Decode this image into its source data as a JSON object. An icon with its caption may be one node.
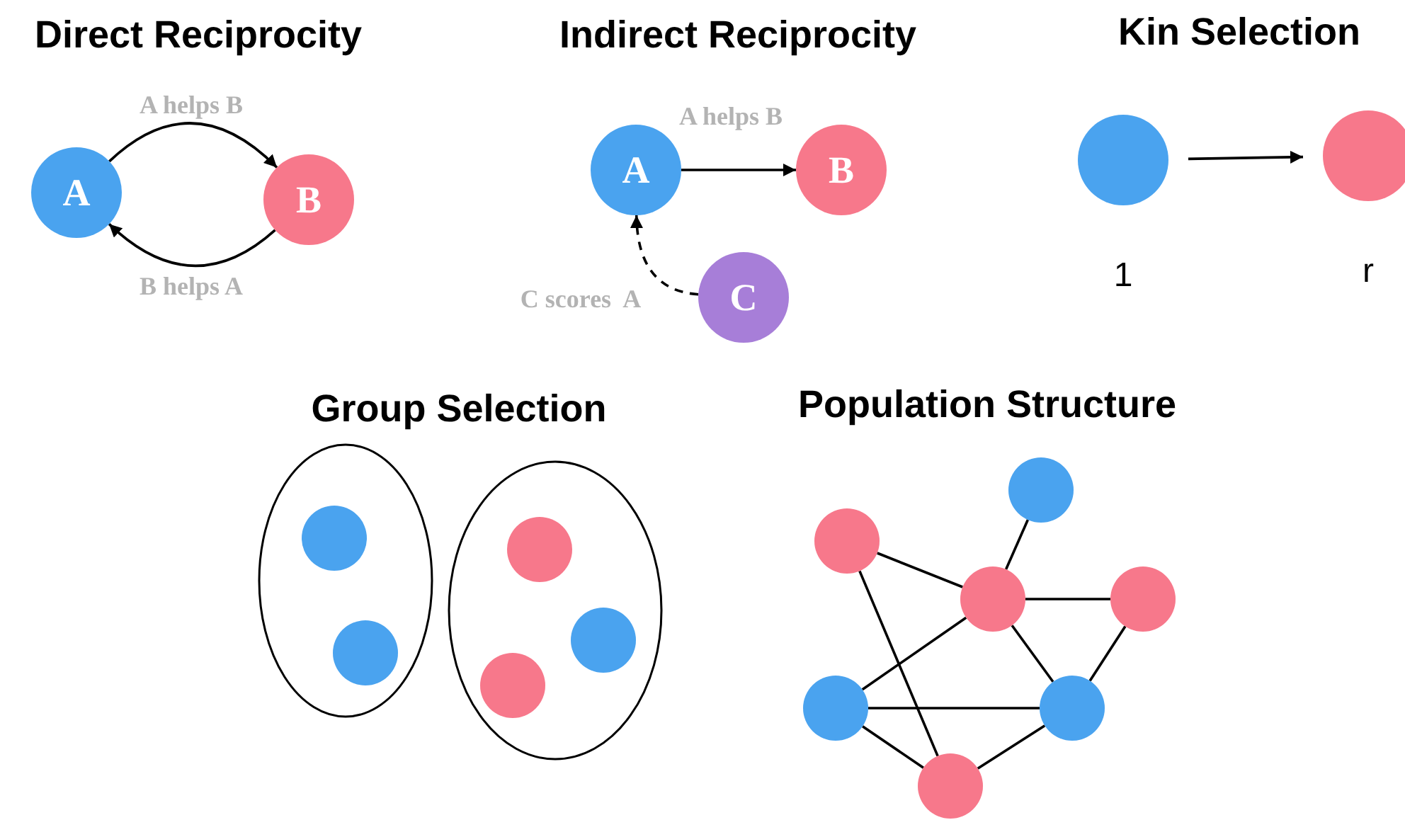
{
  "diagram": {
    "nodes": [
      {
        "text": [
          "A"
        ]
      },
      {
        "text": [
          "B"
        ]
      },
      {
        "text": [
          "A"
        ]
      },
      {
        "text": [
          "B"
        ]
      },
      {
        "text": [
          "C"
        ]
      },
      {
        "text": [],
        "shape": "circle",
        "beside": [
          "1"
        ]
      },
      {
        "text": [],
        "shape": "circle",
        "beside": [
          "r"
        ]
      },
      {
        "text": [],
        "shape": "ellipse"
      },
      {
        "text": [],
        "shape": "circle",
        "in": 7
      },
      {
        "text": [],
        "shape": "circle",
        "in": 7
      },
      {
        "text": [],
        "shape": "ellipse"
      },
      {
        "text": [],
        "shape": "circle",
        "in": 10
      },
      {
        "text": [],
        "shape": "circle",
        "in": 10
      },
      {
        "text": [],
        "shape": "circle",
        "in": 10
      },
      {
        "text": [],
        "shape": "circle"
      },
      {
        "text": [],
        "shape": "circle"
      },
      {
        "text": [],
        "shape": "circle"
      },
      {
        "text": [],
        "shape": "circle"
      },
      {
        "text": [],
        "shape": "circle"
      },
      {
        "text": [],
        "shape": "circle"
      },
      {
        "text": [],
        "shape": "circle"
      }
    ],
    "edges": [
      {
        "from": 0,
        "to": 1,
        "arrow": "to",
        "label": "A helps B"
      },
      {
        "from": 1,
        "to": 0,
        "arrow": "to",
        "label": "B helps A"
      },
      {
        "from": 2,
        "to": 3,
        "arrow": "to",
        "label": "A helps B"
      },
      {
        "from": 4,
        "to": 2,
        "arrow": "to",
        "label": "C scores  A",
        "style": "dashed"
      },
      {
        "from": 5,
        "to": 6,
        "arrow": "to"
      },
      {
        "from": 14,
        "to": 16,
        "arrow": "none"
      },
      {
        "from": 15,
        "to": 16,
        "arrow": "none"
      },
      {
        "from": 15,
        "to": 20,
        "arrow": "none"
      },
      {
        "from": 16,
        "to": 17,
        "arrow": "none"
      },
      {
        "from": 16,
        "to": 18,
        "arrow": "none"
      },
      {
        "from": 16,
        "to": 19,
        "arrow": "none"
      },
      {
        "from": 17,
        "to": 19,
        "arrow": "none"
      },
      {
        "from": 18,
        "to": 19,
        "arrow": "none"
      },
      {
        "from": 18,
        "to": 20,
        "arrow": "none"
      },
      {
        "from": 19,
        "to": 20,
        "arrow": "none"
      }
    ],
    "labels": [
      "Direct Reciprocity",
      "Indirect Reciprocity",
      "Kin Selection",
      "Group Selection",
      "Population Structure"
    ]
  }
}
